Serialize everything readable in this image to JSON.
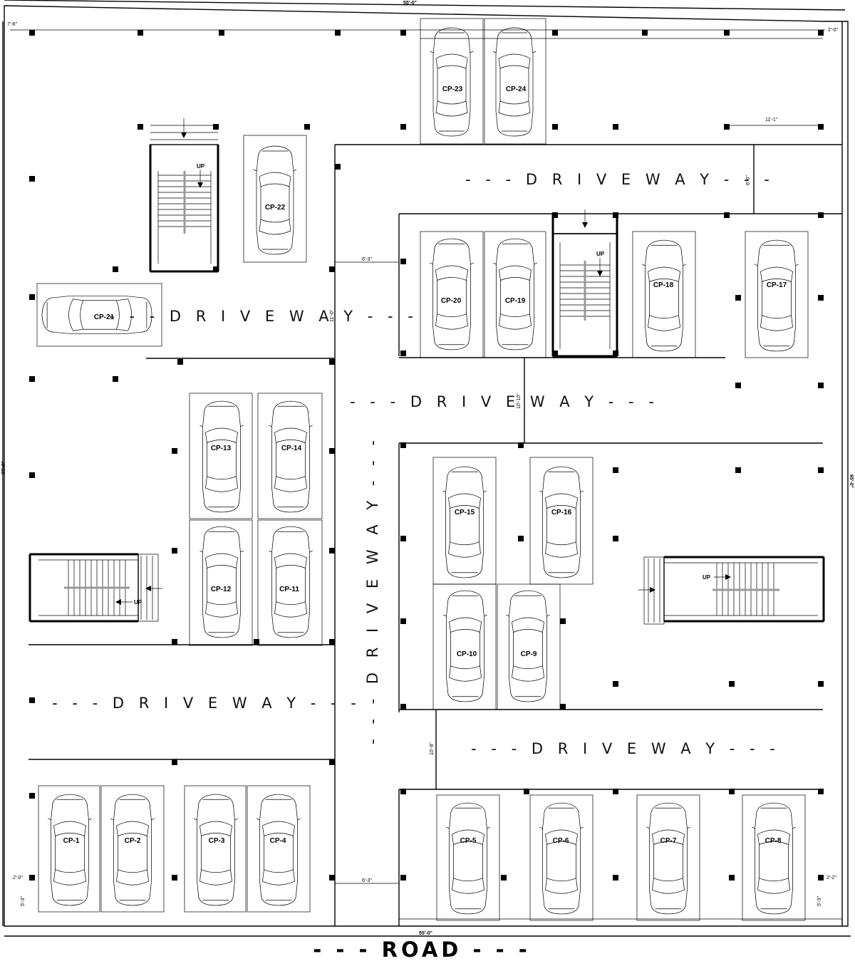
{
  "plan": {
    "road_label": "- - - ROAD - - -",
    "driveway_label": "- - - D R I V E   W A Y - - -",
    "driveway_label_short": "D R I V E   W A Y",
    "up_label": "UP",
    "car_parks": [
      "CP-1",
      "CP-2",
      "CP-3",
      "CP-4",
      "CP-5",
      "CP-6",
      "CP-7",
      "CP-8",
      "CP-9",
      "CP-10",
      "CP-11",
      "CP-12",
      "CP-13",
      "CP-14",
      "CP-15",
      "CP-16",
      "CP-17",
      "CP-18",
      "CP-19",
      "CP-20",
      "CP-21",
      "CP-22",
      "CP-23",
      "CP-24"
    ],
    "dimensions": {
      "top_left": "7'-6\"",
      "top_right": "2'-0\"",
      "right_upper": "11'-1\"",
      "driveway_top": "6'-0\"",
      "driveway_left": "6'-3\"",
      "driveway_center": "11'-0\"",
      "driveway_mid": "10'-10\"",
      "driveway_lower": "10'-8\"",
      "bottom_left": "2'-0\"",
      "bottom_left_v": "5'-3\"",
      "bottom_mid": "6'-3\"",
      "bottom_right": "2'-2\"",
      "bottom_right_v": "5'-3\"",
      "overall_top": "55'-0\"",
      "overall_bottom": "55'-0\"",
      "overall_left": "65'-0\"",
      "overall_right": "65'-0\""
    }
  }
}
